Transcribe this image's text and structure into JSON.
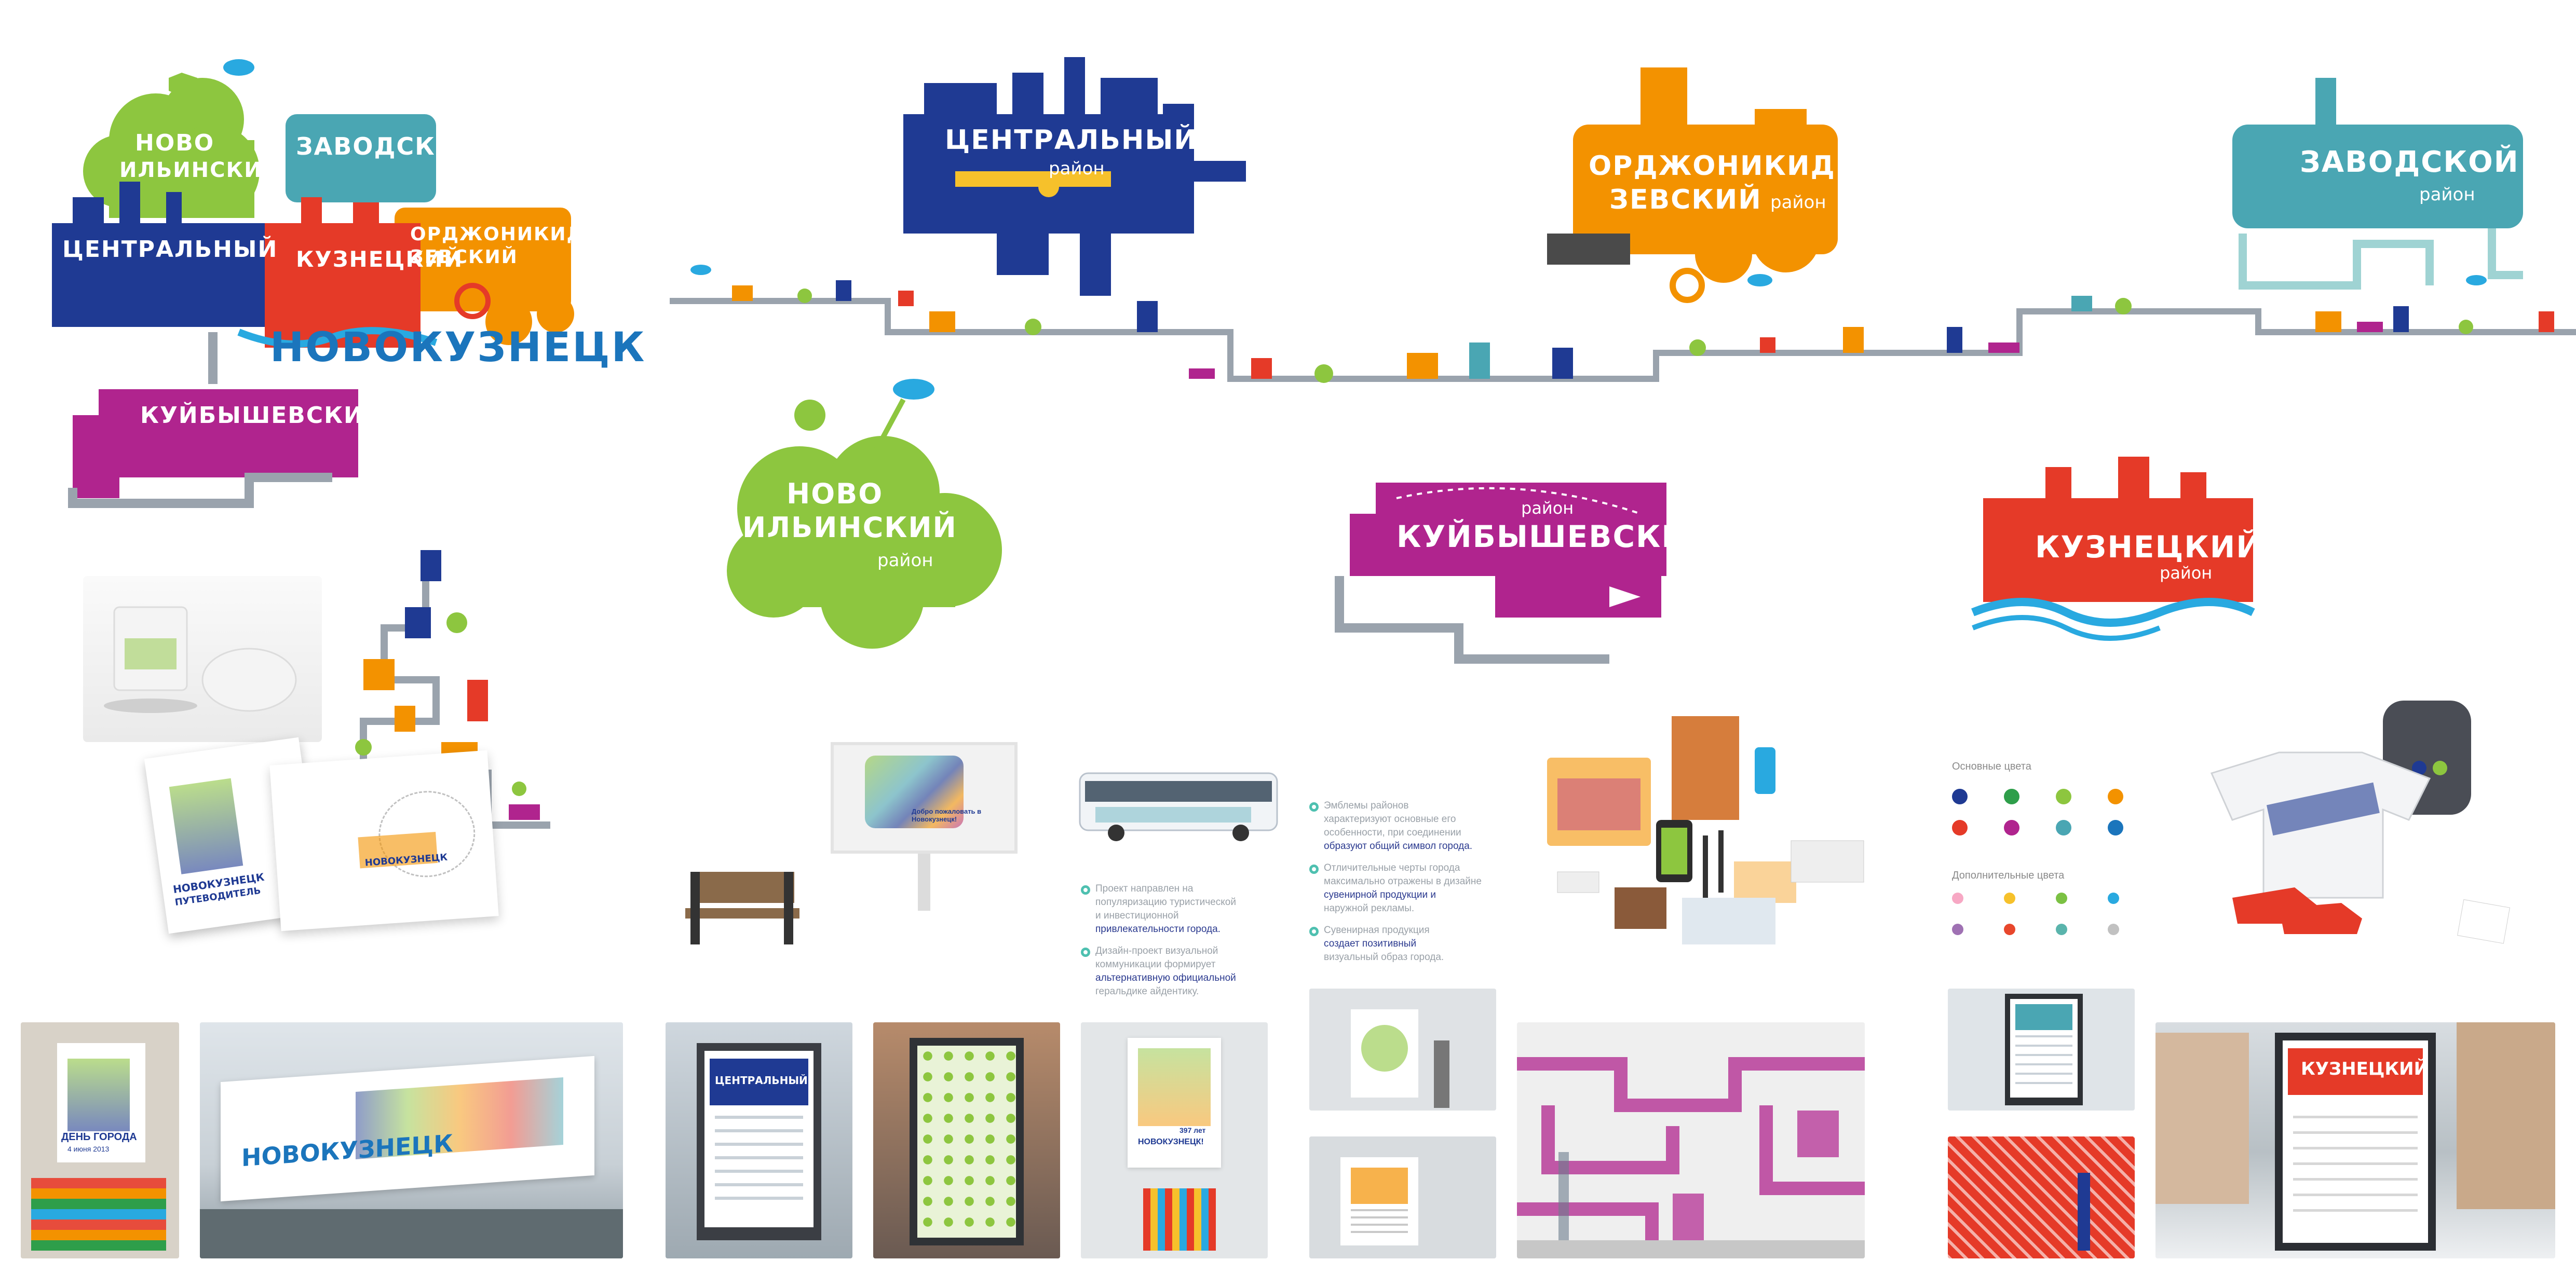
{
  "emblems": {
    "novokuznetsk_cluster": {
      "novo": "НОВО",
      "ilinskiy": "ИЛЬИНСКИЙ",
      "zavodskoy": "ЗАВОДСКОЙ",
      "centralny": "ЦЕНТРАЛЬНЫЙ",
      "kuznetskiy": "КУЗНЕЦКИЙ",
      "ordzhonikidzevskiy": "ОРДЖОНИКИД ЗЕВСКИЙ",
      "city": "НОВОКУЗНЕЦК",
      "kuybyshevskiy": "КУЙБЫШЕВСКИЙ"
    },
    "centralny": {
      "title": "ЦЕНТРАЛЬНЫЙ",
      "sub": "район"
    },
    "ordzhonikidzevskiy": {
      "title1": "ОРДЖОНИКИД",
      "title2": "ЗЕВСКИЙ",
      "sub": "район"
    },
    "zavodskoy": {
      "title": "ЗАВОДСКОЙ",
      "sub": "район"
    },
    "novoilinskiy": {
      "title1": "НОВО",
      "title2": "ИЛЬИНСКИЙ",
      "sub": "район"
    },
    "kuybyshevskiy": {
      "title": "КУЙБЫШЕВСКИЙ",
      "sub": "район"
    },
    "kuznetskiy": {
      "title": "КУЗНЕЦКИЙ",
      "sub": "район"
    }
  },
  "booklet": {
    "cover_line1": "НОВОКУЗНЕЦК",
    "cover_line2": "ПУТЕВОДИТЕЛЬ",
    "spread_title": "НОВОКУЗНЕЦК"
  },
  "billboard_small": {
    "text": "Добро пожаловать в Новокузнецк!"
  },
  "text_blocks": {
    "left": [
      [
        "Проект направлен на",
        "популяризацию туристической",
        "и инвестиционной",
        "привлекательности города."
      ],
      [
        "Дизайн-проект визуальной",
        "коммуникации формирует",
        "альтернативную официальной",
        "геральдике айдентику."
      ]
    ],
    "right": [
      [
        "Эмблемы районов",
        "характеризуют основные его",
        "особенности, при соединении",
        "образуют общий символ города."
      ],
      [
        "Отличительные черты города",
        "максимально отражены в дизайне",
        "сувенирной продукции и",
        "наружной рекламы."
      ],
      [
        "Сувенирная продукция",
        "создает позитивный",
        "визуальный образ города."
      ]
    ]
  },
  "palette": {
    "main_title": "Основные цвета",
    "extra_title": "Дополнительные цвета",
    "main_colors": [
      "#1f3a93",
      "#2e9e4a",
      "#8dc63f",
      "#f39200",
      "#e53a28",
      "#b0248e",
      "#4aa6b3",
      "#1b75bc"
    ],
    "extra_colors": [
      "#f7a8c4",
      "#f6c12b",
      "#7bc143",
      "#29a9e0",
      "#9f71b3",
      "#e8472c",
      "#5ab4ac",
      "#c1c1c1"
    ]
  },
  "bottom_photos": {
    "poster_day": {
      "line1": "ДЕНЬ ГОРОДА",
      "line2": "4 июня 2013"
    },
    "billboard": {
      "text": "НОВОКУЗНЕЦК"
    },
    "citylight": {
      "title": "ЦЕНТРАЛЬНЫЙ"
    },
    "poster_anniversary": {
      "line1": "397 лет",
      "line2": "НОВОКУЗНЕЦК!"
    },
    "street_kuznetskiy": {
      "title": "КУЗНЕЦКИЙ"
    }
  },
  "colors": {
    "blue": "#1f3a93",
    "green": "#8dc63f",
    "teal": "#4aa6b3",
    "orange": "#f39200",
    "red": "#e53a28",
    "magenta": "#b0248e",
    "road": "#9aa3ad"
  }
}
